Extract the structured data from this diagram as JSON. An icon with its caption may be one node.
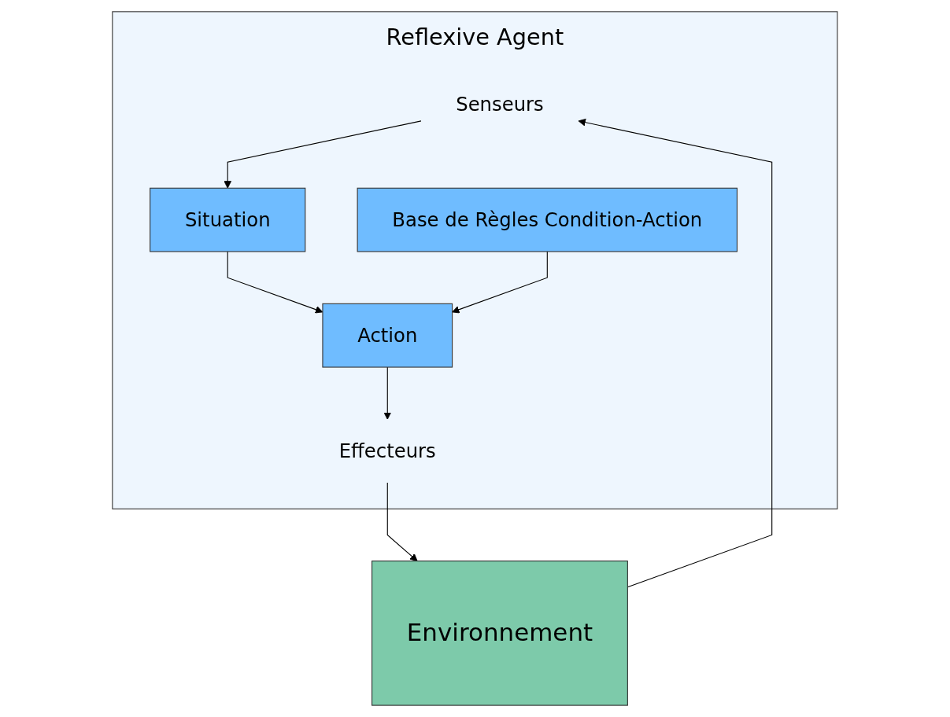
{
  "diagram": {
    "nodes": [
      {
        "text": [
          "Reflexive Agent"
        ]
      },
      {
        "text": [
          "Senseurs"
        ],
        "in": 0
      },
      {
        "text": [
          "Situation"
        ],
        "in": 0
      },
      {
        "text": [
          "Base de Règles Condition-Action"
        ],
        "in": 0
      },
      {
        "text": [
          "Action"
        ],
        "in": 0
      },
      {
        "text": [
          "Effecteurs"
        ],
        "in": 0
      },
      {
        "text": [
          "Environnement"
        ]
      }
    ],
    "edges": [
      {
        "from": 6,
        "to": 1,
        "arrow": "to"
      },
      {
        "from": 1,
        "to": 2,
        "arrow": "to"
      },
      {
        "from": 2,
        "to": 4,
        "arrow": "to"
      },
      {
        "from": 3,
        "to": 4,
        "arrow": "to"
      },
      {
        "from": 4,
        "to": 5,
        "arrow": "to"
      },
      {
        "from": 5,
        "to": 6,
        "arrow": "to"
      }
    ]
  }
}
